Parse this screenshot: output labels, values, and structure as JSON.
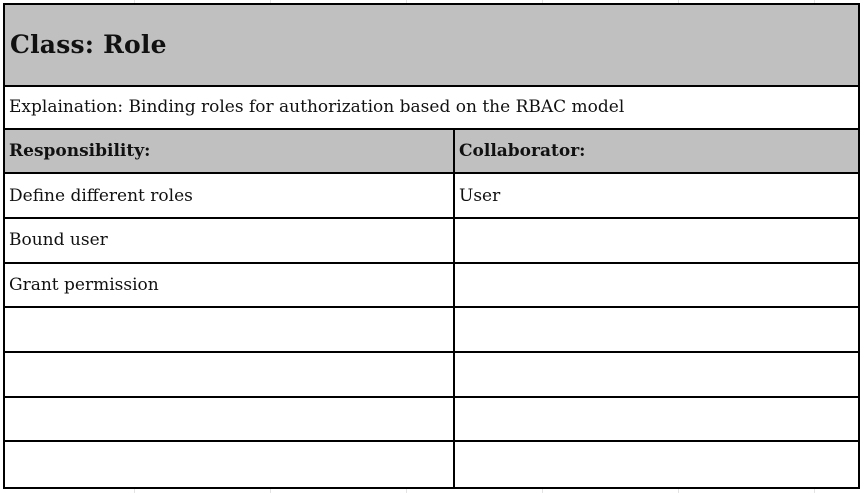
{
  "card": {
    "title": "Class: Role",
    "explanation": "Explaination: Binding roles for authorization based on the RBAC model",
    "headers": {
      "responsibility": "Responsibility:",
      "collaborator": "Collaborator:"
    },
    "rows": [
      {
        "responsibility": "Define different roles",
        "collaborator": "User"
      },
      {
        "responsibility": "Bound user",
        "collaborator": ""
      },
      {
        "responsibility": "Grant permission",
        "collaborator": ""
      },
      {
        "responsibility": "",
        "collaborator": ""
      },
      {
        "responsibility": "",
        "collaborator": ""
      },
      {
        "responsibility": "",
        "collaborator": ""
      },
      {
        "responsibility": "",
        "collaborator": ""
      }
    ]
  },
  "colors": {
    "header_fill": "#c0c0c0",
    "border": "#000000"
  }
}
